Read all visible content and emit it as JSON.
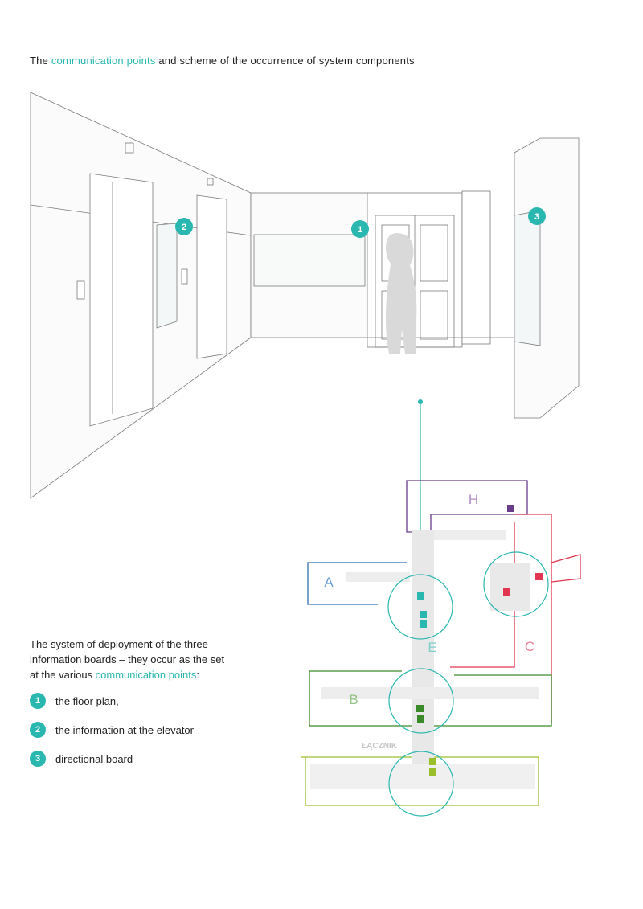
{
  "title": {
    "before": "The ",
    "accent": "communication points",
    "after": " and scheme of the occurrence of system components"
  },
  "colors": {
    "accent": "#2ab7b0",
    "zone_h": "#6a3d8c",
    "zone_a": "#2f6fb0",
    "zone_c": "#e0364f",
    "zone_b": "#3a8a2a",
    "zone_lacznik": "#9bbf2a",
    "zone_e": "#2ab7b0"
  },
  "markers": {
    "m1": "1",
    "m2": "2",
    "m3": "3"
  },
  "zones": {
    "h": "H",
    "a": "A",
    "c": "C",
    "b": "B",
    "e": "E",
    "lacznik": "ŁĄCZNIK"
  },
  "description": {
    "line1": "The system of deployment of the three",
    "line2": "information boards – they occur as the set",
    "line3_before": "at the various ",
    "line3_accent": "communication points",
    "line3_after": ":"
  },
  "legend": [
    {
      "num": "1",
      "label": "the floor plan,"
    },
    {
      "num": "2",
      "label": "the information at the elevator"
    },
    {
      "num": "3",
      "label": "directional board"
    }
  ]
}
